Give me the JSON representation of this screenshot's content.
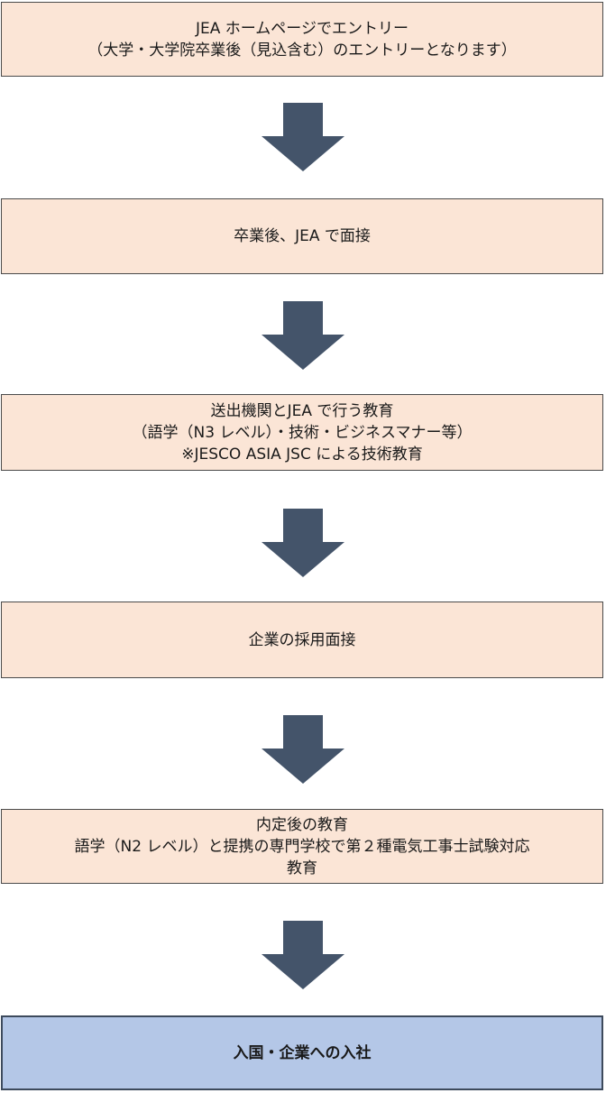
{
  "colors": {
    "step_fill": "#fbe5d6",
    "final_fill": "#b4c7e7",
    "arrow_fill": "#44546a",
    "border": "#4a4a4a"
  },
  "steps": [
    {
      "lines": [
        "JEA ホームページでエントリー",
        "（大学・大学院卒業後（見込含む）のエントリーとなります）"
      ]
    },
    {
      "lines": [
        "卒業後、JEA で面接"
      ]
    },
    {
      "lines": [
        "送出機関とJEA で行う教育",
        "（語学（N3 レベル）・技術・ビジネスマナー等）",
        "※JESCO ASIA JSC による技術教育"
      ]
    },
    {
      "lines": [
        "企業の採用面接"
      ]
    },
    {
      "lines": [
        "内定後の教育",
        "語学（N2 レベル）と提携の専門学校で第２種電気工事士試験対応",
        "教育"
      ]
    },
    {
      "lines": [
        "入国・企業への入社"
      ]
    }
  ],
  "arrows": [
    {
      "icon": "down-arrow-icon"
    },
    {
      "icon": "down-arrow-icon"
    },
    {
      "icon": "down-arrow-icon"
    },
    {
      "icon": "down-arrow-icon"
    },
    {
      "icon": "down-arrow-icon"
    }
  ]
}
